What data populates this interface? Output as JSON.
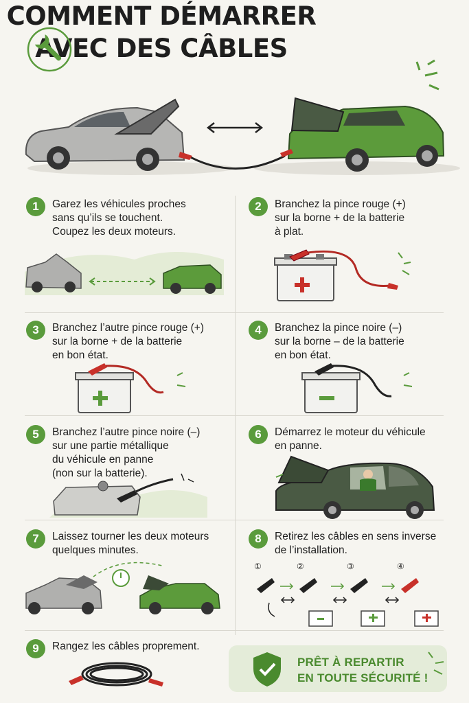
{
  "header": {
    "title_line1": "COMMENT DÉMARRER",
    "title_line2": "AVEC DES CÂBLES",
    "logo_icon": "wrench-icon",
    "arrow_icon": "double-arrow-icon"
  },
  "colors": {
    "accent_green": "#5a9b3c",
    "clamp_red": "#c8312a",
    "clamp_black": "#222222",
    "badge_bg": "#e4ecd9"
  },
  "steps": [
    {
      "number": "1",
      "lines": [
        "Garez les véhicules proches",
        "sans qu’ils se touchent.",
        "Coupez les deux moteurs."
      ]
    },
    {
      "number": "2",
      "lines": [
        "Branchez la pince rouge (+)",
        "sur la borne + de la batterie",
        "à plat."
      ]
    },
    {
      "number": "3",
      "lines": [
        "Branchez l’autre pince rouge (+)",
        "sur la borne + de la batterie",
        "en bon état."
      ]
    },
    {
      "number": "4",
      "lines": [
        "Branchez la pince noire (–)",
        "sur la borne – de la batterie",
        "en bon état."
      ]
    },
    {
      "number": "5",
      "lines": [
        "Branchez l’autre pince noire (–)",
        "sur une partie métallique",
        "du véhicule en panne",
        "(non sur la batterie)."
      ]
    },
    {
      "number": "6",
      "lines": [
        "Démarrez le moteur du véhicule",
        "en panne."
      ]
    },
    {
      "number": "7",
      "lines": [
        "Laissez tourner les deux moteurs",
        "quelques minutes."
      ]
    },
    {
      "number": "8",
      "lines": [
        "Retirez les câbles en sens inverse",
        "de l’installation."
      ]
    },
    {
      "number": "9",
      "lines": [
        "Rangez les câbles proprement."
      ]
    }
  ],
  "battery_signs": {
    "plus": "+",
    "minus": "–"
  },
  "removal_order": [
    "①",
    "②",
    "③",
    "④"
  ],
  "badge": {
    "line1": "PRÊT À REPARTIR",
    "line2": "EN TOUTE SÉCURITÉ !",
    "icon": "shield-check-icon"
  }
}
